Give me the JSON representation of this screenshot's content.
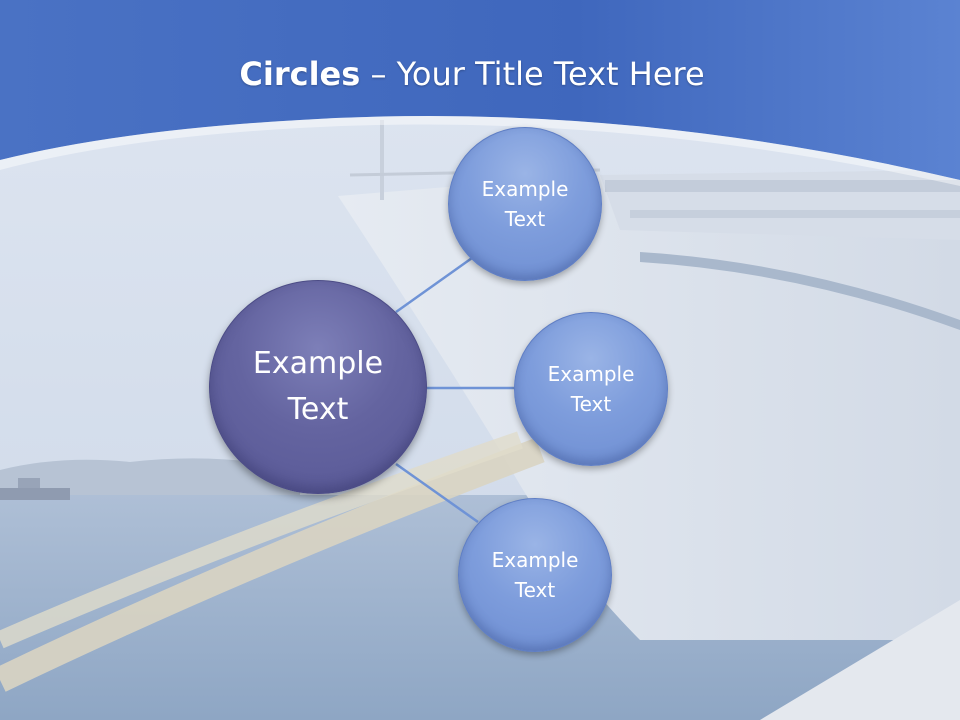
{
  "slide": {
    "title_bold": "Circles",
    "title_rest": " – Your Title Text Here"
  },
  "diagram": {
    "center": {
      "label": "Example\nText"
    },
    "nodes": [
      {
        "label": "Example\nText"
      },
      {
        "label": "Example\nText"
      },
      {
        "label": "Example\nText"
      }
    ]
  },
  "colors": {
    "header_blue": "#4a72c4",
    "center_circle": "#6464a0",
    "node_circle": "#7e9ddc",
    "connector": "#6f93d6"
  }
}
